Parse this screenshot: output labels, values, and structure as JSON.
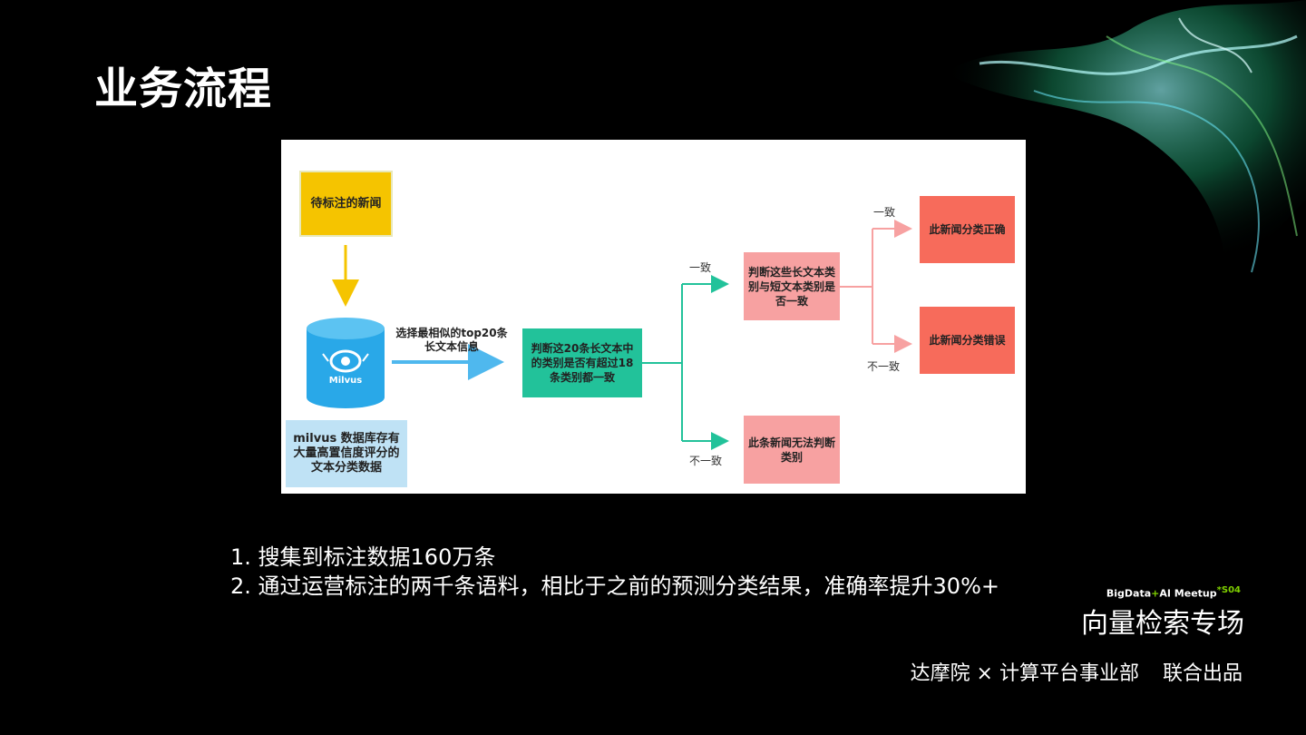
{
  "slide": {
    "title": "业务流程",
    "bullets": [
      "1. 搜集到标注数据160万条",
      "2. 通过运营标注的两千条语料，相比于之前的预测分类结果，准确率提升30%+"
    ],
    "footer": {
      "brand_main": "BigData",
      "brand_plus": "+",
      "brand_ai": "AI Meetup",
      "brand_sup": "*S04",
      "subtitle": "向量检索专场",
      "joint_left": "达摩院 × 计算平台事业部",
      "joint_right": "联合出品"
    }
  },
  "diagram": {
    "nodes": {
      "pending_news": "待标注的新闻",
      "milvus_icon_label": "Milvus",
      "milvus_desc": "milvus 数据库存有大量高置信度评分的文本分类数据",
      "select_top20": "选择最相似的top20条长文本信息",
      "judge_top20": "判断这20条长文本中的类别是否有超过18条类别都一致",
      "judge_long_short": "判断这些长文本类别与短文本类别是否一致",
      "cannot_classify": "此条新闻无法判断类别",
      "classify_correct": "此新闻分类正确",
      "classify_wrong": "此新闻分类错误"
    },
    "edge_labels": {
      "consistent_1": "一致",
      "inconsistent_1": "不一致",
      "consistent_2": "一致",
      "inconsistent_2": "不一致"
    },
    "colors": {
      "yellow": "#F5C400",
      "blue": "#29A8E8",
      "light_blue": "#BFE2F5",
      "green": "#22C29A",
      "pink": "#F7A1A1",
      "red": "#F76B5B"
    }
  }
}
